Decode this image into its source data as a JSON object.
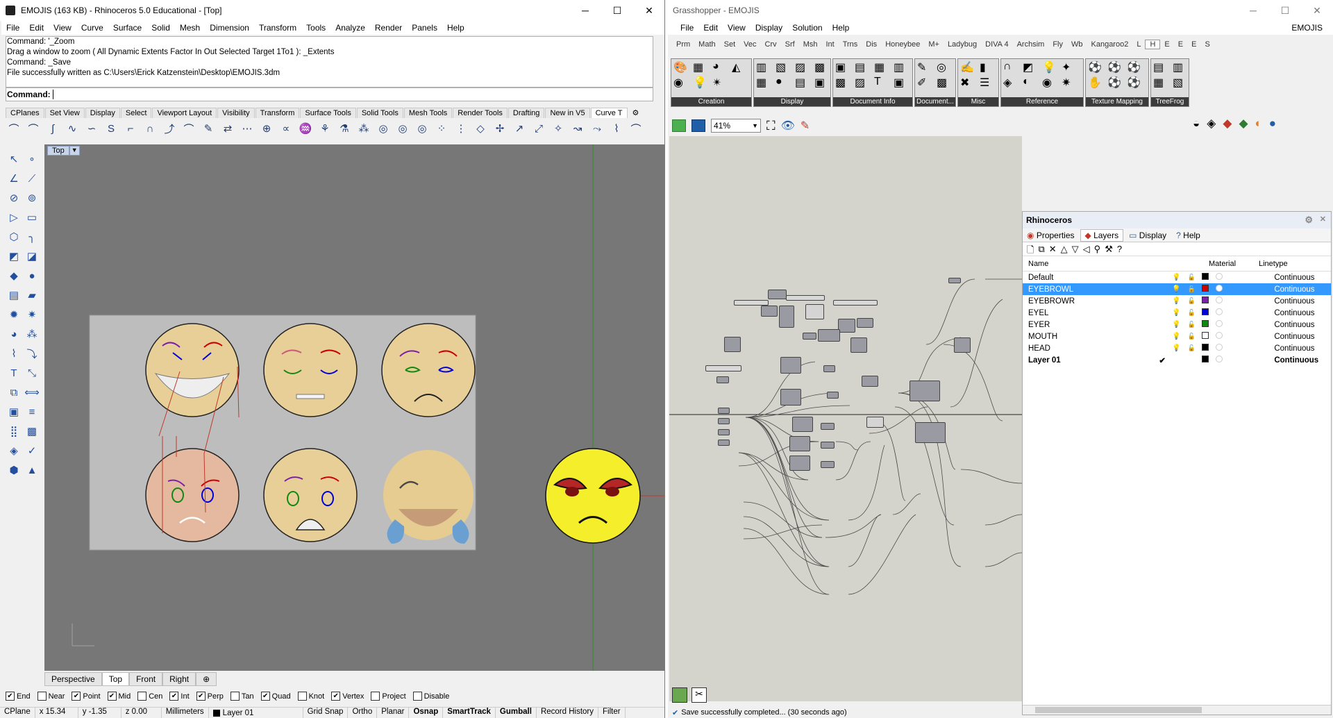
{
  "rhino": {
    "title": "EMOJIS (163 KB) - Rhinoceros 5.0 Educational - [Top]",
    "menu": [
      "File",
      "Edit",
      "View",
      "Curve",
      "Surface",
      "Solid",
      "Mesh",
      "Dimension",
      "Transform",
      "Tools",
      "Analyze",
      "Render",
      "Panels",
      "Help"
    ],
    "history": [
      "Command: '_Zoom",
      "Drag a window to zoom ( All  Dynamic  Extents  Factor  In  Out  Selected  Target  1To1 ): _Extents",
      "Command: _Save",
      "File successfully written as C:\\Users\\Erick Katzenstein\\Desktop\\EMOJIS.3dm"
    ],
    "command_label": "Command:",
    "toolbar_tabs": [
      "CPlanes",
      "Set View",
      "Display",
      "Select",
      "Viewport Layout",
      "Visibility",
      "Transform",
      "Surface Tools",
      "Solid Tools",
      "Mesh Tools",
      "Render Tools",
      "Drafting",
      "New in V5",
      "Curve T"
    ],
    "viewport_label": "Top",
    "viewport_tabs": [
      "Perspective",
      "Top",
      "Front",
      "Right"
    ],
    "snaps": [
      {
        "label": "End",
        "checked": true
      },
      {
        "label": "Near",
        "checked": false
      },
      {
        "label": "Point",
        "checked": true
      },
      {
        "label": "Mid",
        "checked": true
      },
      {
        "label": "Cen",
        "checked": false
      },
      {
        "label": "Int",
        "checked": true
      },
      {
        "label": "Perp",
        "checked": true
      },
      {
        "label": "Tan",
        "checked": false
      },
      {
        "label": "Quad",
        "checked": true
      },
      {
        "label": "Knot",
        "checked": false
      },
      {
        "label": "Vertex",
        "checked": true
      },
      {
        "label": "Project",
        "checked": false
      },
      {
        "label": "Disable",
        "checked": false
      }
    ],
    "status": [
      "CPlane",
      "x 15.34",
      "y -1.35",
      "z 0.00",
      "Millimeters",
      "Layer 01",
      "Grid Snap",
      "Ortho",
      "Planar",
      "Osnap",
      "SmartTrack",
      "Gumball",
      "Record History",
      "Filter"
    ],
    "minimize": "─",
    "maximize": "☐",
    "close": "✕",
    "ortho_toolbar_tab_icon": "⚙"
  },
  "gh": {
    "title": "Grasshopper - EMOJIS",
    "doc_name": "EMOJIS",
    "menu": [
      "File",
      "Edit",
      "View",
      "Display",
      "Solution",
      "Help"
    ],
    "tabs": [
      "Prm",
      "Math",
      "Set",
      "Vec",
      "Crv",
      "Srf",
      "Msh",
      "Int",
      "Trns",
      "Dis",
      "Honeybee",
      "M+",
      "Ladybug",
      "DIVA 4",
      "Archsim",
      "Fly",
      "Wb",
      "Kangaroo2",
      "L",
      "H",
      "E",
      "E",
      "E",
      "S"
    ],
    "active_tab": "H",
    "groups": [
      "Creation",
      "Display",
      "Document Info",
      "Document...",
      "Misc",
      "Reference",
      "Texture Mapping",
      "TreeFrog"
    ],
    "zoom": "41%",
    "status": "Save successfully completed... (30 seconds ago)"
  },
  "panel": {
    "title": "Rhinoceros",
    "tabs": [
      "Properties",
      "Layers",
      "Display",
      "Help"
    ],
    "columns": {
      "name": "Name",
      "material": "Material",
      "linetype": "Linetype"
    },
    "layers": [
      {
        "name": "Default",
        "color": "#000000",
        "linetype": "Continuous",
        "selected": false,
        "current": false
      },
      {
        "name": "EYEBROWL",
        "color": "#cc0000",
        "linetype": "Continuous",
        "selected": true,
        "current": false
      },
      {
        "name": "EYEBROWR",
        "color": "#7a1fa8",
        "linetype": "Continuous",
        "selected": false,
        "current": false
      },
      {
        "name": "EYEL",
        "color": "#0000dd",
        "linetype": "Continuous",
        "selected": false,
        "current": false
      },
      {
        "name": "EYER",
        "color": "#118811",
        "linetype": "Continuous",
        "selected": false,
        "current": false
      },
      {
        "name": "MOUTH",
        "color": "#ffffff",
        "linetype": "Continuous",
        "selected": false,
        "current": false
      },
      {
        "name": "HEAD",
        "color": "#000000",
        "linetype": "Continuous",
        "selected": false,
        "current": false
      },
      {
        "name": "Layer 01",
        "color": "#000000",
        "linetype": "Continuous",
        "selected": false,
        "current": true
      }
    ],
    "current_mark": "✔"
  }
}
